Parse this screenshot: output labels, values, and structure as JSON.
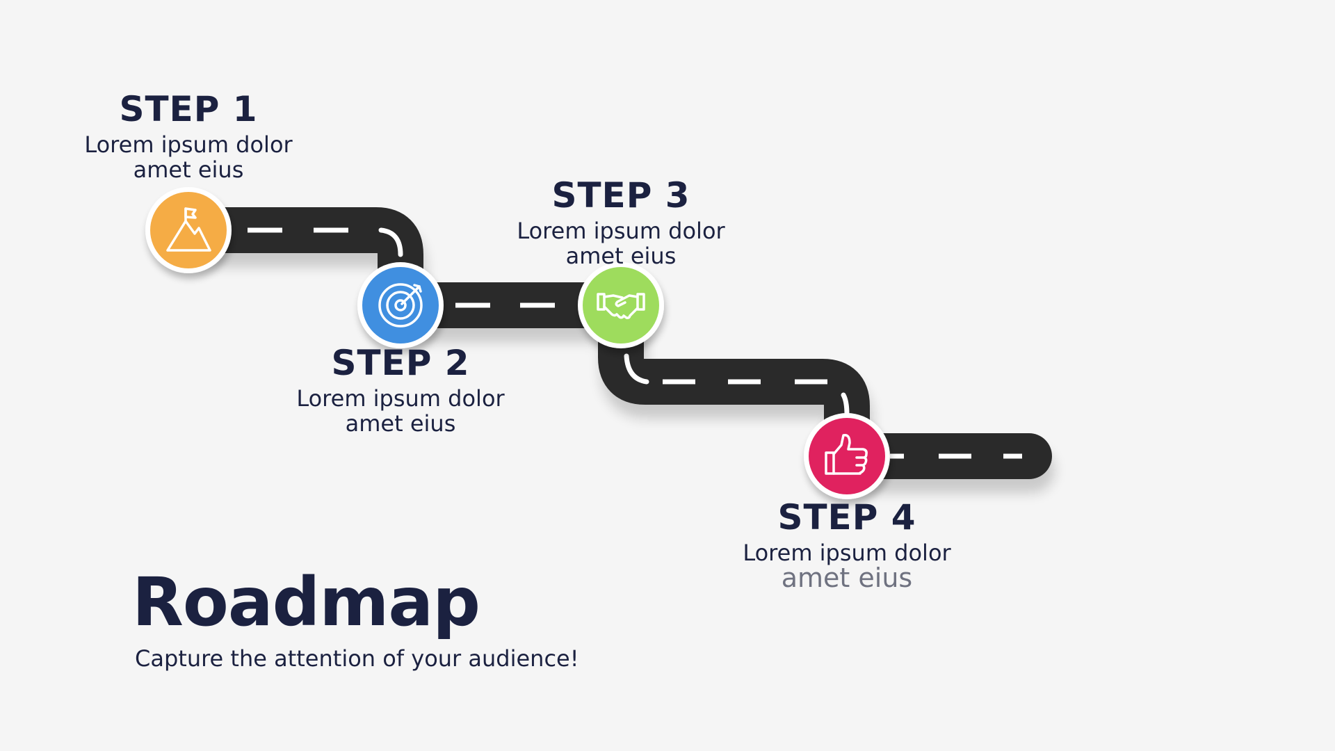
{
  "title": "Roadmap",
  "subtitle": "Capture the attention of your audience!",
  "steps": [
    {
      "title": "STEP 1",
      "desc_line1": "Lorem ipsum dolor",
      "desc_line2": "amet eius",
      "icon": "mountain-flag-icon",
      "color": "#f5ac45"
    },
    {
      "title": "STEP 2",
      "desc_line1": "Lorem ipsum dolor",
      "desc_line2": "amet eius",
      "icon": "target-icon",
      "color": "#3f8fe0"
    },
    {
      "title": "STEP 3",
      "desc_line1": "Lorem ipsum dolor",
      "desc_line2": "amet eius",
      "icon": "handshake-icon",
      "color": "#9edc5d"
    },
    {
      "title": "STEP 4",
      "desc_line1": "Lorem ipsum dolor",
      "desc_line2": "amet eius",
      "icon": "thumbs-up-icon",
      "color": "#e0245e"
    }
  ],
  "colors": {
    "road": "#2b2b2b",
    "road_marking": "#ffffff",
    "text": "#1b2140",
    "background": "#f5f5f5"
  }
}
